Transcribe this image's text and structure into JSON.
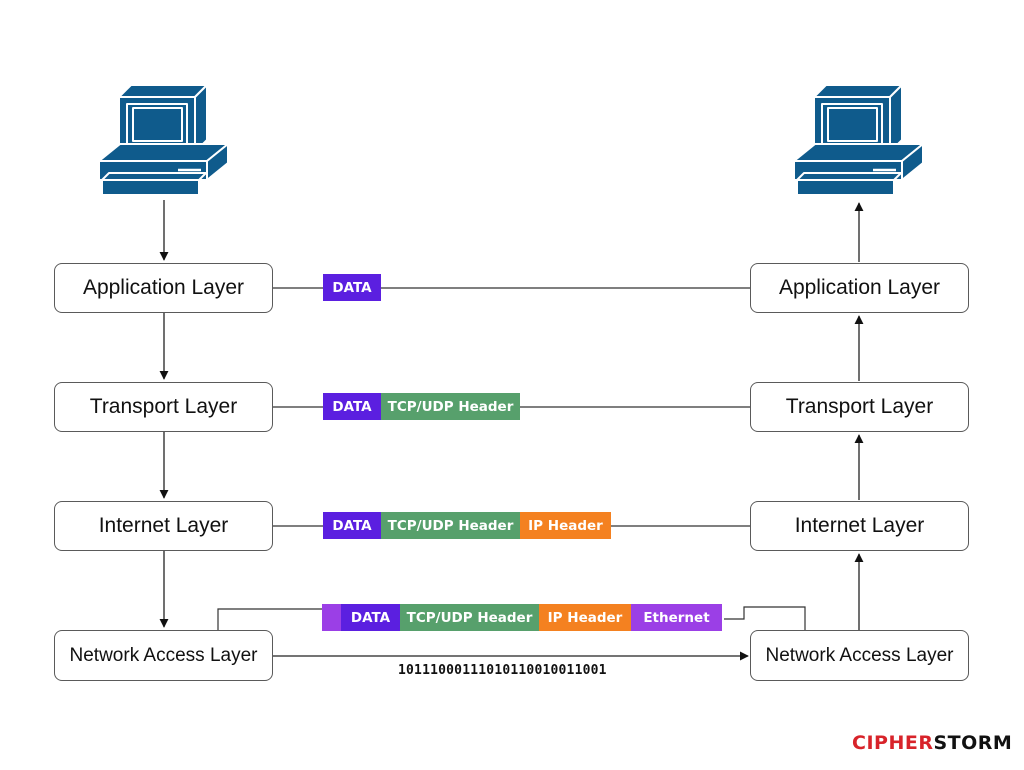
{
  "left_stack": {
    "application": "Application Layer",
    "transport": "Transport Layer",
    "internet": "Internet Layer",
    "network_access": "Network Access Layer"
  },
  "right_stack": {
    "application": "Application Layer",
    "transport": "Transport Layer",
    "internet": "Internet Layer",
    "network_access": "Network Access Layer"
  },
  "packets": {
    "application": {
      "data": "DATA"
    },
    "transport": {
      "data": "DATA",
      "tcp": "TCP/UDP Header"
    },
    "internet": {
      "data": "DATA",
      "tcp": "TCP/UDP Header",
      "ip": "IP Header"
    },
    "network_access": {
      "data": "DATA",
      "tcp": "TCP/UDP Header",
      "ip": "IP Header",
      "ethernet": "Ethernet"
    }
  },
  "bitstream": "10111000111010110010011001",
  "logo": {
    "part1": "CIPHER",
    "part2": "STORM"
  },
  "colors": {
    "computer": "#0f5b8c",
    "data": "#5b1fe0",
    "tcp_udp": "#57a06c",
    "ip": "#f48120",
    "ethernet": "#9b3fe6",
    "logo_red": "#d8232a"
  }
}
